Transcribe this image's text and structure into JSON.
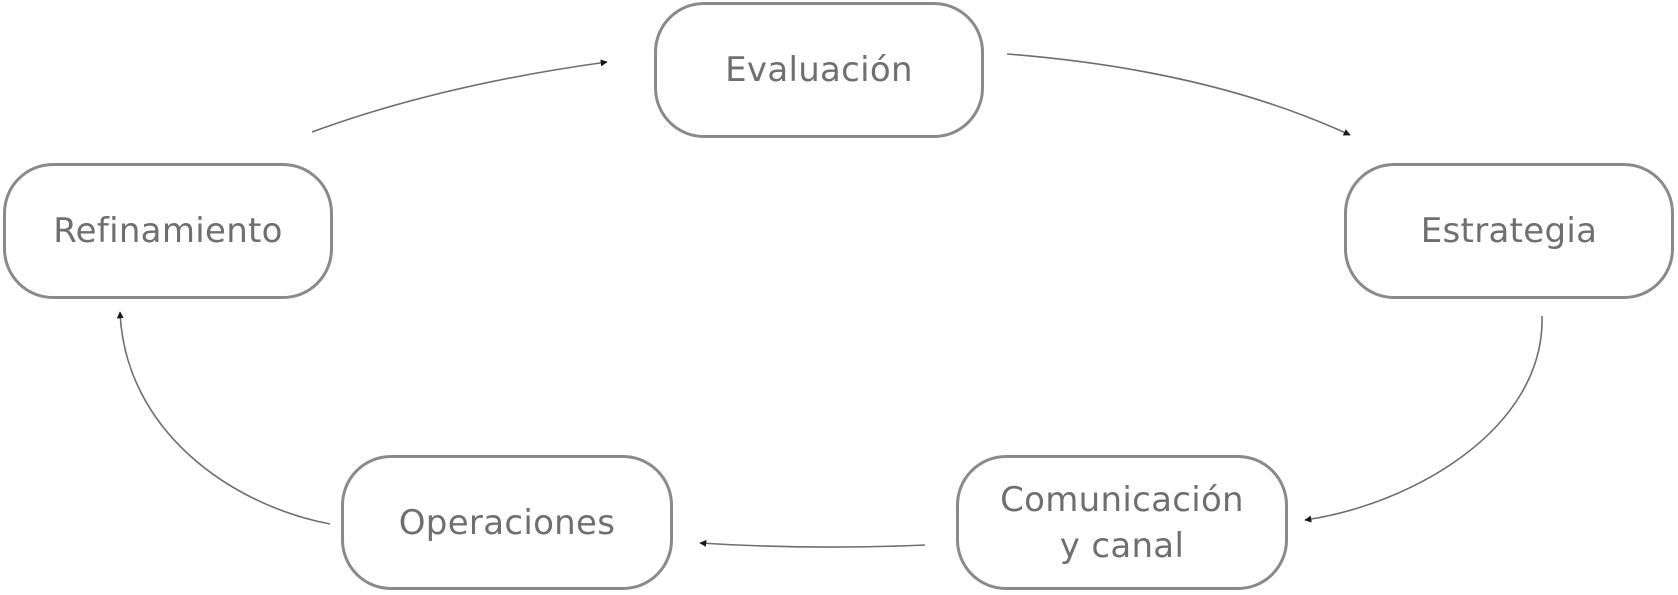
{
  "diagram": {
    "nodes": {
      "evaluacion": {
        "label": "Evaluación"
      },
      "estrategia": {
        "label": "Estrategia"
      },
      "comunicacion": {
        "line1": "Comunicación",
        "line2": "y canal"
      },
      "operaciones": {
        "label": "Operaciones"
      },
      "refinamiento": {
        "label": "Refinamiento"
      }
    },
    "edges": [
      {
        "from": "Evaluación",
        "to": "Estrategia"
      },
      {
        "from": "Estrategia",
        "to": "Comunicación y canal"
      },
      {
        "from": "Comunicación y canal",
        "to": "Operaciones"
      },
      {
        "from": "Operaciones",
        "to": "Refinamiento"
      },
      {
        "from": "Refinamiento",
        "to": "Evaluación"
      }
    ],
    "colors": {
      "node_border": "#8a8a8a",
      "node_text": "#6f6f6f",
      "arrow": "#6e6e6e",
      "background": "#ffffff"
    }
  }
}
